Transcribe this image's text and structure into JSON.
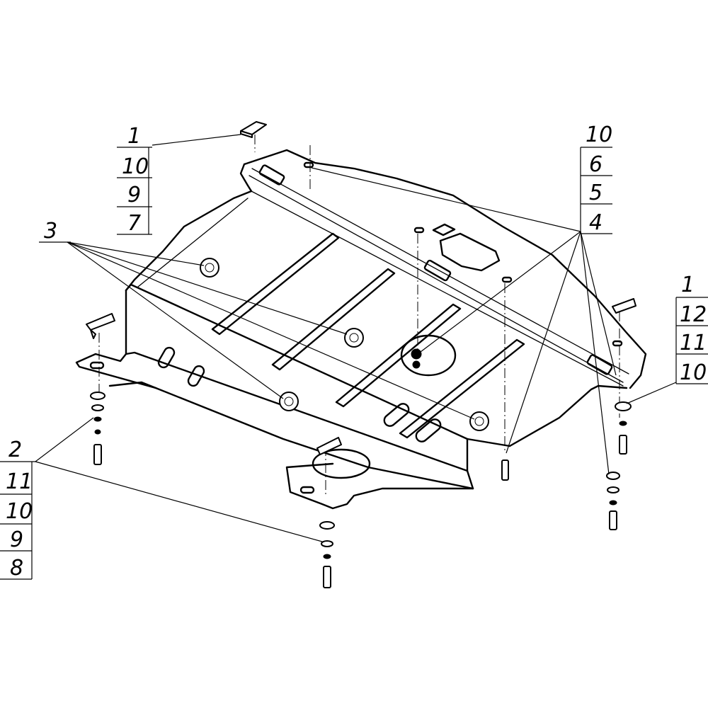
{
  "callouts": {
    "top_left": [
      "1",
      "10",
      "9",
      "7"
    ],
    "top_right": [
      "10",
      "6",
      "5",
      "4"
    ],
    "right": [
      "1",
      "12",
      "11",
      "10"
    ],
    "bottom_left": [
      "2",
      "11",
      "10",
      "9",
      "8"
    ],
    "plates": "3"
  }
}
